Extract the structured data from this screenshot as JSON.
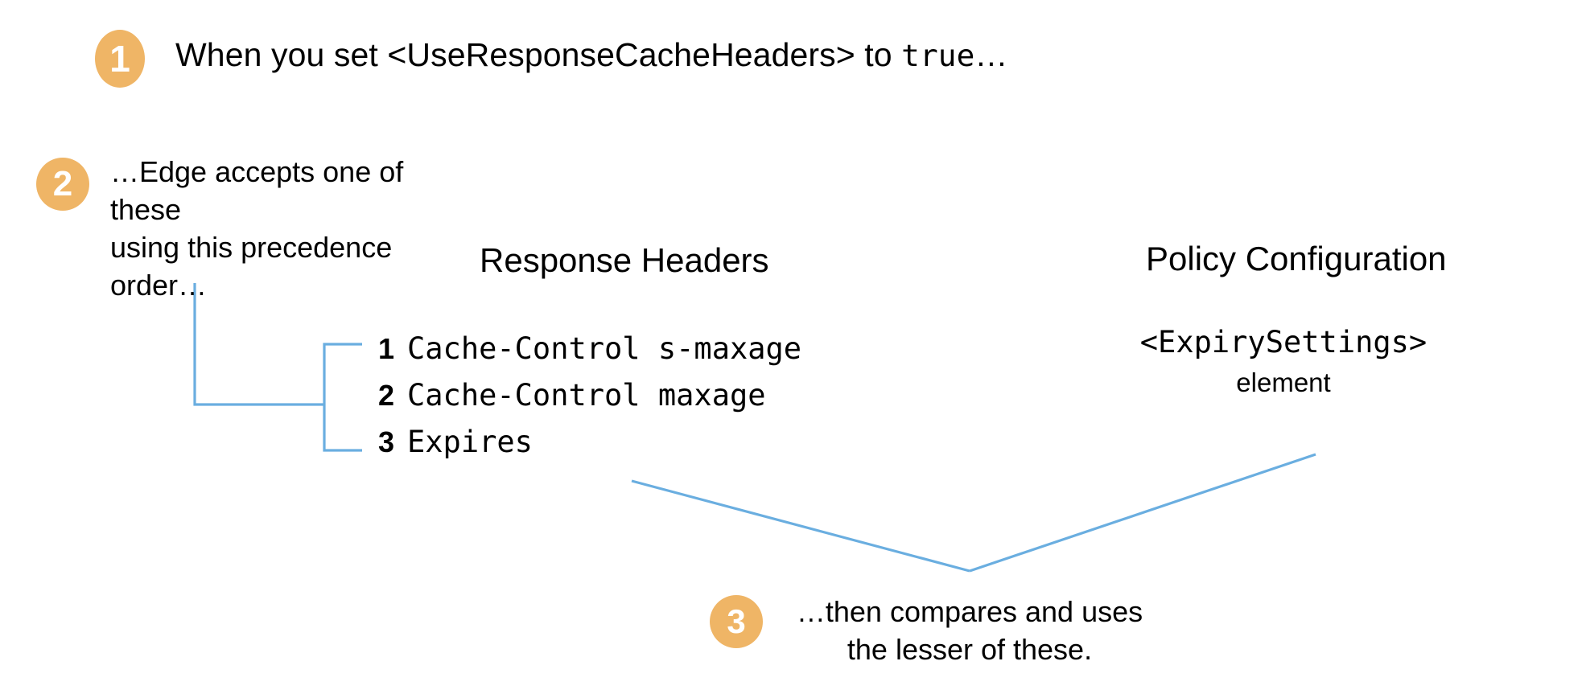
{
  "colors": {
    "badge": "#efb566",
    "connector": "#6aaee0",
    "text": "#000000",
    "background": "#ffffff"
  },
  "steps": [
    {
      "number": "1",
      "text_prefix": "When you set <UseResponseCacheHeaders> to ",
      "text_mono": "true",
      "text_suffix": "…"
    },
    {
      "number": "2",
      "line1": "…Edge accepts one of these",
      "line2": "using this precedence",
      "line3": "order…"
    },
    {
      "number": "3",
      "line1": "…then compares and uses",
      "line2": "the lesser of these."
    }
  ],
  "columns": {
    "response_headers": {
      "heading": "Response Headers",
      "items": [
        {
          "rank": "1",
          "name": "Cache-Control s-maxage"
        },
        {
          "rank": "2",
          "name": "Cache-Control maxage"
        },
        {
          "rank": "3",
          "name": "Expires"
        }
      ]
    },
    "policy_configuration": {
      "heading": "Policy Configuration",
      "element": "<ExpirySettings>",
      "element_label": "element"
    }
  }
}
